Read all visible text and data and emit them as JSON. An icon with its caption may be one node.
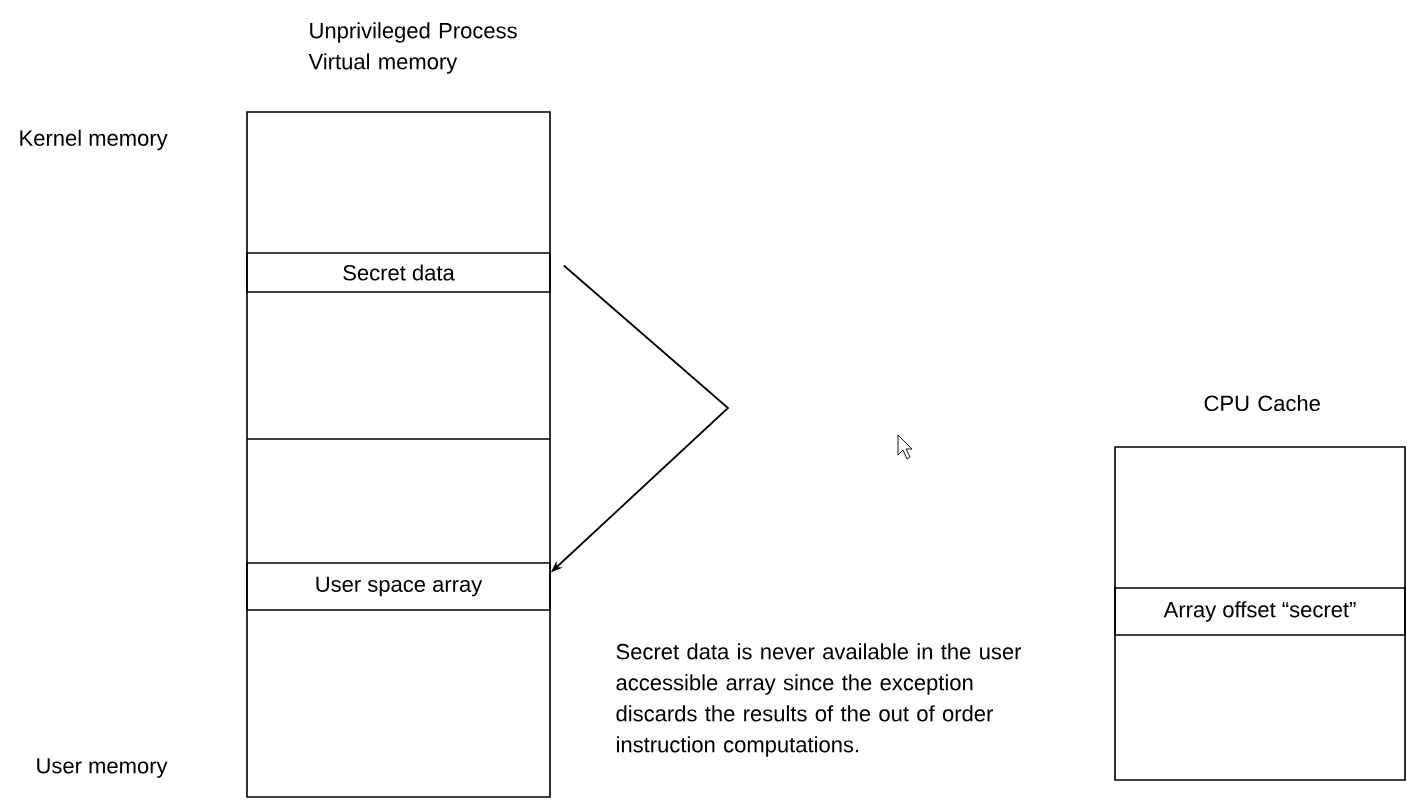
{
  "diagram": {
    "nodes": [
      {
        "text": [
          "Unprivileged Process Virtual memory"
        ]
      },
      {
        "text": [
          "Secret data"
        ],
        "in": 0
      },
      {
        "text": [
          "User space array"
        ],
        "in": 0
      },
      {
        "text": [
          "CPU Cache"
        ]
      },
      {
        "text": [
          "Array offset “secret”"
        ],
        "in": 3
      }
    ],
    "edges": [
      {
        "from": 1,
        "to": 2,
        "arrow": "to"
      }
    ],
    "labels": [
      "Kernel memory",
      "User memory",
      "Secret data is never available in the user accessible array since the exception discards the results of the out of order instruction computations."
    ]
  }
}
